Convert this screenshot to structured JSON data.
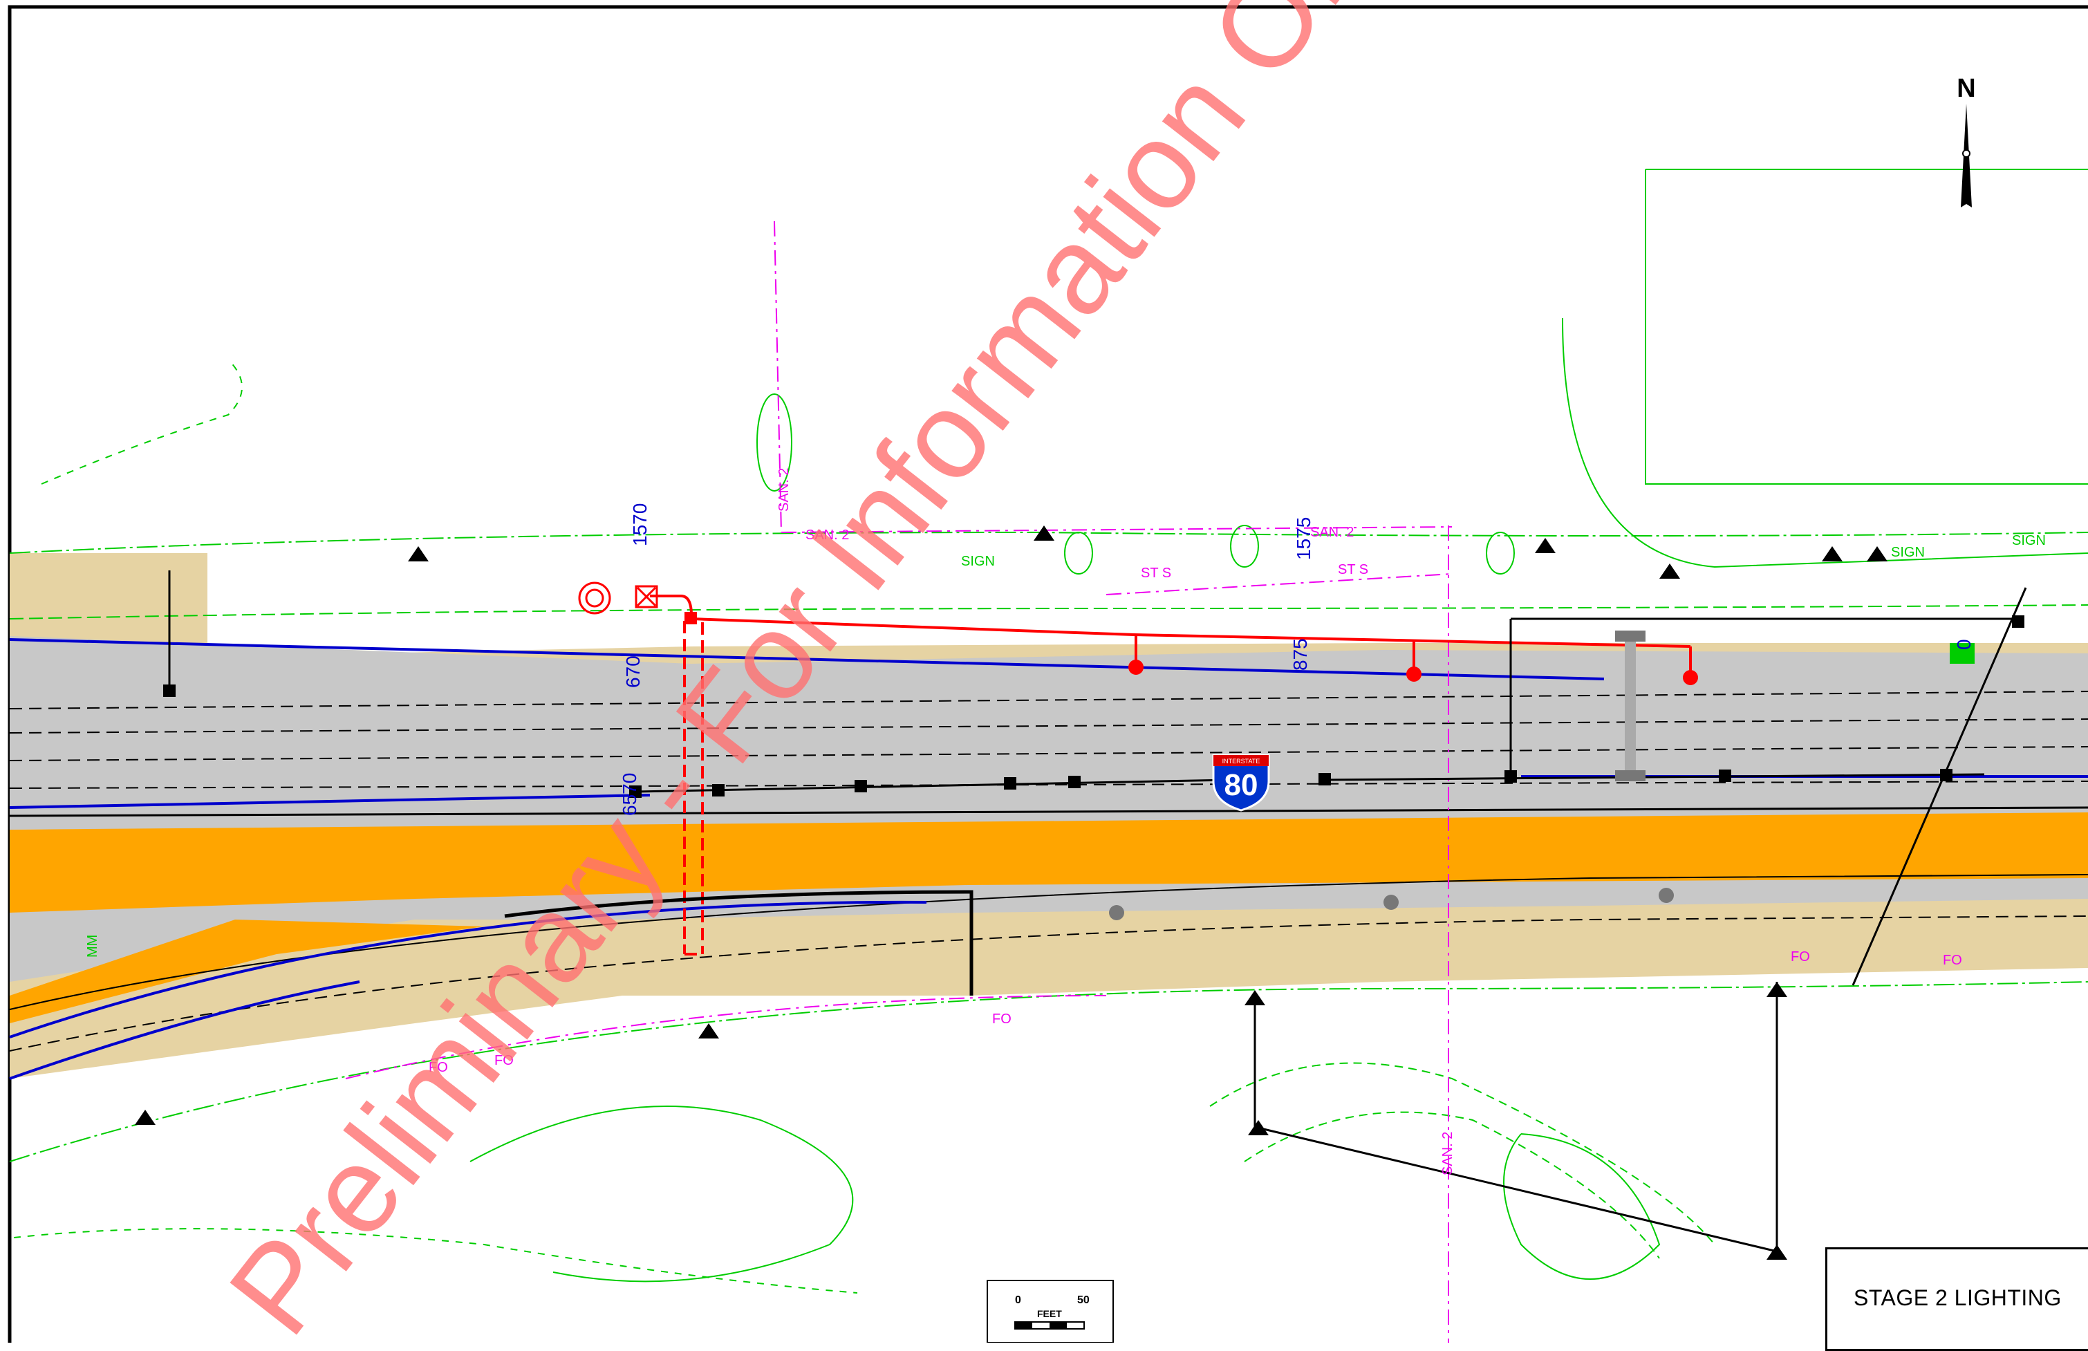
{
  "sheet": {
    "title": "STAGE 2 LIGHTING",
    "watermark": "Preliminary - For Information Only"
  },
  "stations": [
    "1570",
    "1575",
    "670",
    "875",
    "6570",
    "0"
  ],
  "interstate_shield": {
    "banner": "INTERSTATE",
    "number": "80"
  },
  "utility_labels": {
    "sanitary": "SAN. 2",
    "storm": "ST S",
    "fiber_optic": "FO",
    "sign": "SIGN",
    "mile_marker": "MM"
  },
  "north_arrow": {
    "label": "N"
  },
  "scale_bar": {
    "start": "0",
    "end": "50",
    "unit": "FEET"
  },
  "colors": {
    "pavement": "#c8c8c8",
    "median": "#ffa500",
    "shoulder": "#e6d3a3",
    "existing_features": "#00cc00",
    "proposed_lighting": "#ff0000",
    "alignment": "#0000cc",
    "utilities": "#ee00ee",
    "watermark": "#ff7070"
  }
}
